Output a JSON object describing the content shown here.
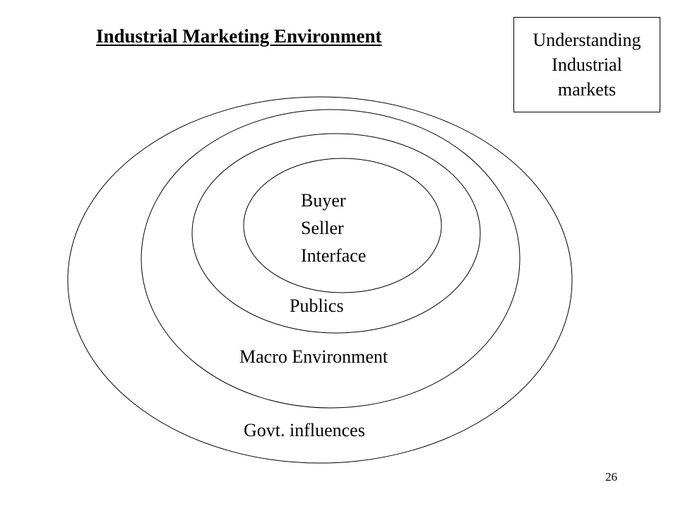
{
  "slide": {
    "title": "Industrial Marketing Environment",
    "page_number": "26"
  },
  "corner_box": {
    "lines": [
      "Understanding",
      "Industrial",
      "markets"
    ]
  },
  "diagram": {
    "core": {
      "lines": [
        "Buyer",
        "Seller",
        "Interface"
      ]
    },
    "rings": [
      {
        "label": "Publics"
      },
      {
        "label": "Macro Environment"
      },
      {
        "label": "Govt. influences"
      }
    ]
  }
}
